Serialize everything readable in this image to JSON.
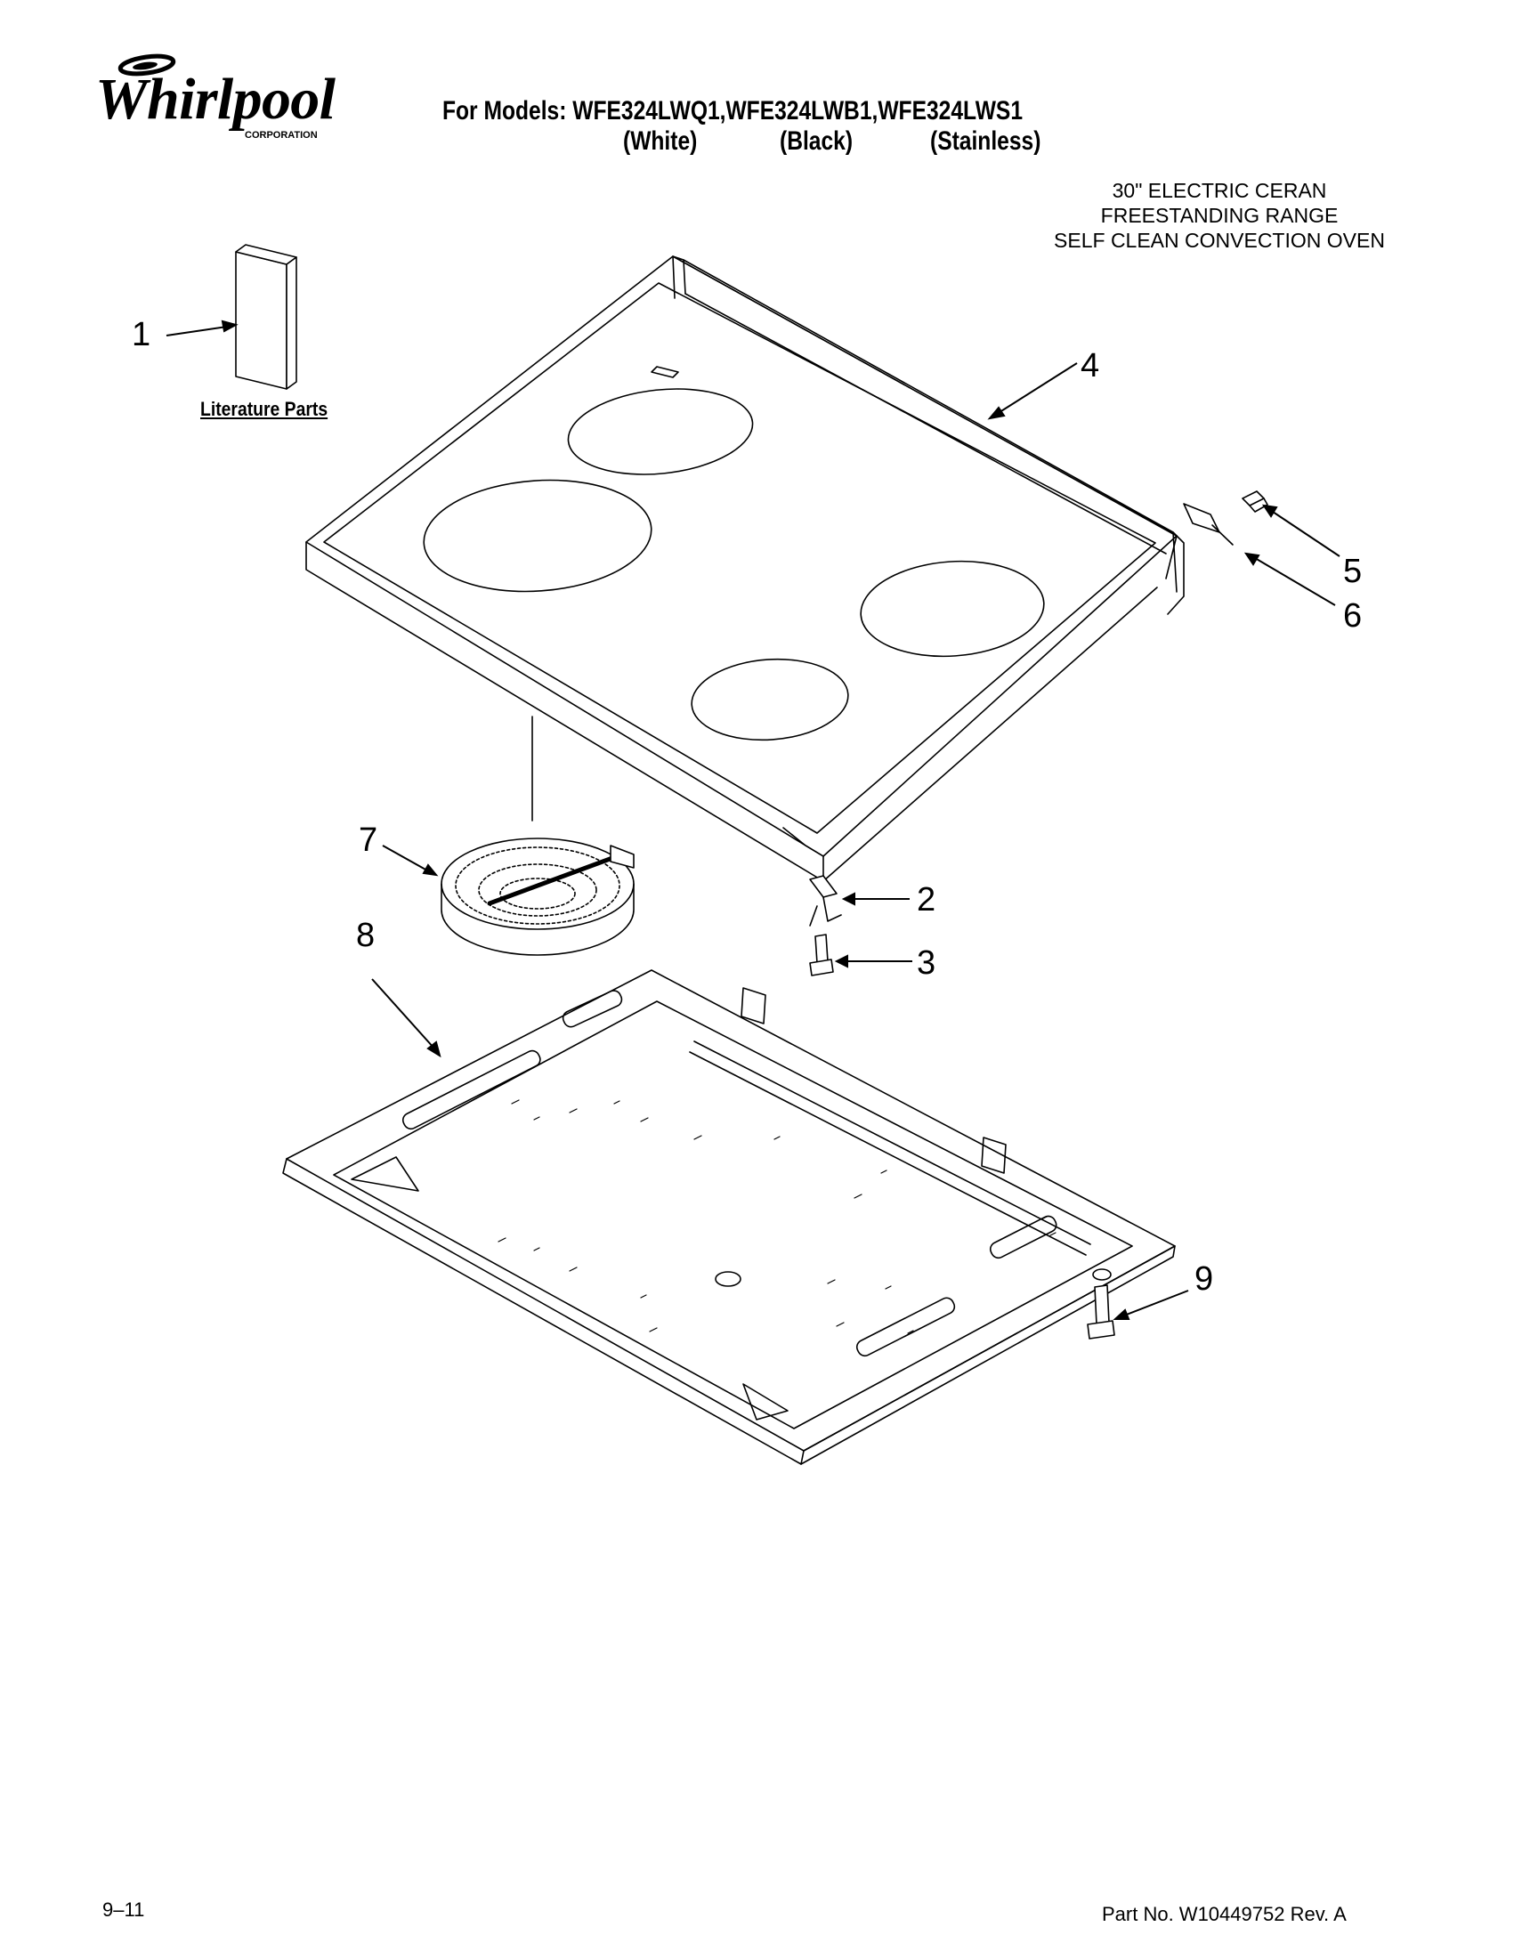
{
  "brand": {
    "name": "Whirlpool",
    "sub": "CORPORATION"
  },
  "header": {
    "models_line": "For Models: WFE324LWQ1,WFE324LWB1,WFE324LWS1",
    "variants": [
      "(White)",
      "(Black)",
      "(Stainless)"
    ]
  },
  "description": [
    "30\" ELECTRIC CERAN",
    "FREESTANDING RANGE",
    "SELF CLEAN CONVECTION OVEN"
  ],
  "literature_label": "Literature Parts",
  "callouts": [
    "1",
    "2",
    "3",
    "4",
    "5",
    "6",
    "7",
    "8",
    "9"
  ],
  "footer": {
    "date": "9–11",
    "part_no": "Part No. W10449752 Rev. A"
  }
}
